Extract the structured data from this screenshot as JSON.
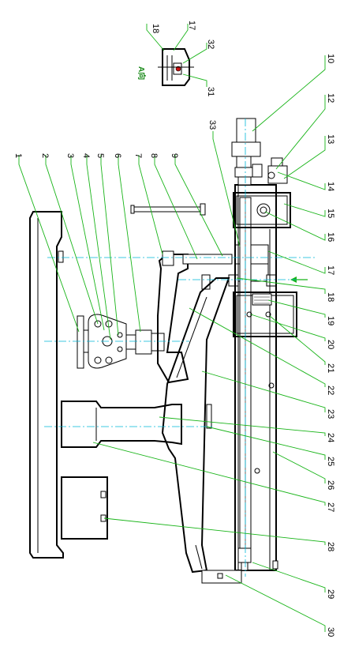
{
  "view_label": "A向",
  "callouts": {
    "c1": "1",
    "c2": "2",
    "c3": "3",
    "c4": "4",
    "c5": "5",
    "c6": "6",
    "c7": "7",
    "c8": "8",
    "c9": "9",
    "c10": "10",
    "c12": "12",
    "c13": "13",
    "c14": "14",
    "c15": "15",
    "c16": "16",
    "c17": "17",
    "c18": "18",
    "c19": "19",
    "c20": "20",
    "c21": "21",
    "c22": "22",
    "c23": "23",
    "c24": "24",
    "c25": "25",
    "c26": "26",
    "c27": "27",
    "c28": "28",
    "c29": "29",
    "c30": "30",
    "c33": "33",
    "d18": "18",
    "d17": "17",
    "d32": "32",
    "d31": "31"
  },
  "colors": {
    "outline": "#000000",
    "leader": "#18b418",
    "centerline": "#00b8d8",
    "view_label": "#1a8a1a"
  }
}
